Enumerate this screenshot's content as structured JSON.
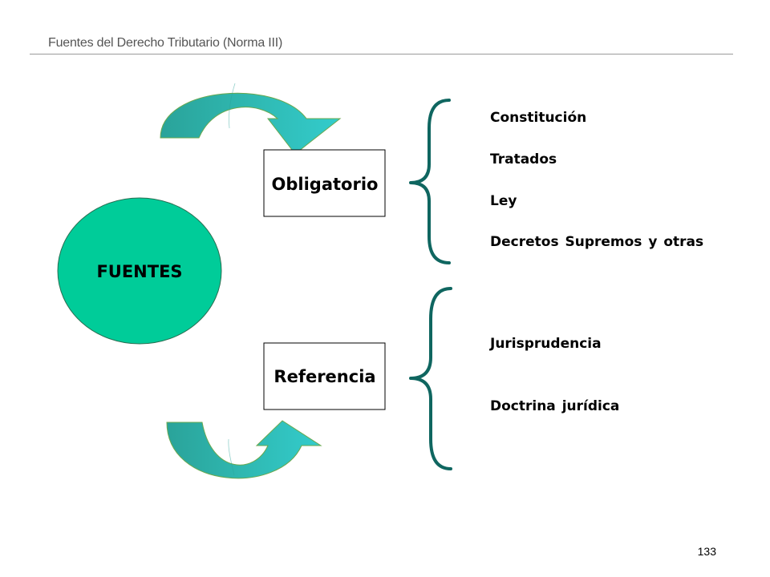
{
  "slide": {
    "title": "Fuentes del Derecho Tributario (Norma III)",
    "page_number": "133"
  },
  "diagram": {
    "center_label": "FUENTES",
    "obligatorio": {
      "label": "Obligatorio",
      "items": [
        "Constitución",
        "Tratados",
        "Ley",
        "Decretos Supremos y otras"
      ]
    },
    "referencia": {
      "label": "Referencia",
      "items": [
        "Jurisprudencia",
        "Doctrina jurídica"
      ]
    }
  },
  "colors": {
    "ellipse_fill": "#00cc99",
    "arrow_dark": "#2aa39a",
    "arrow_light": "#33cccc",
    "arrow_stroke": "#6aa84f",
    "brace_stroke": "#0f6660"
  }
}
